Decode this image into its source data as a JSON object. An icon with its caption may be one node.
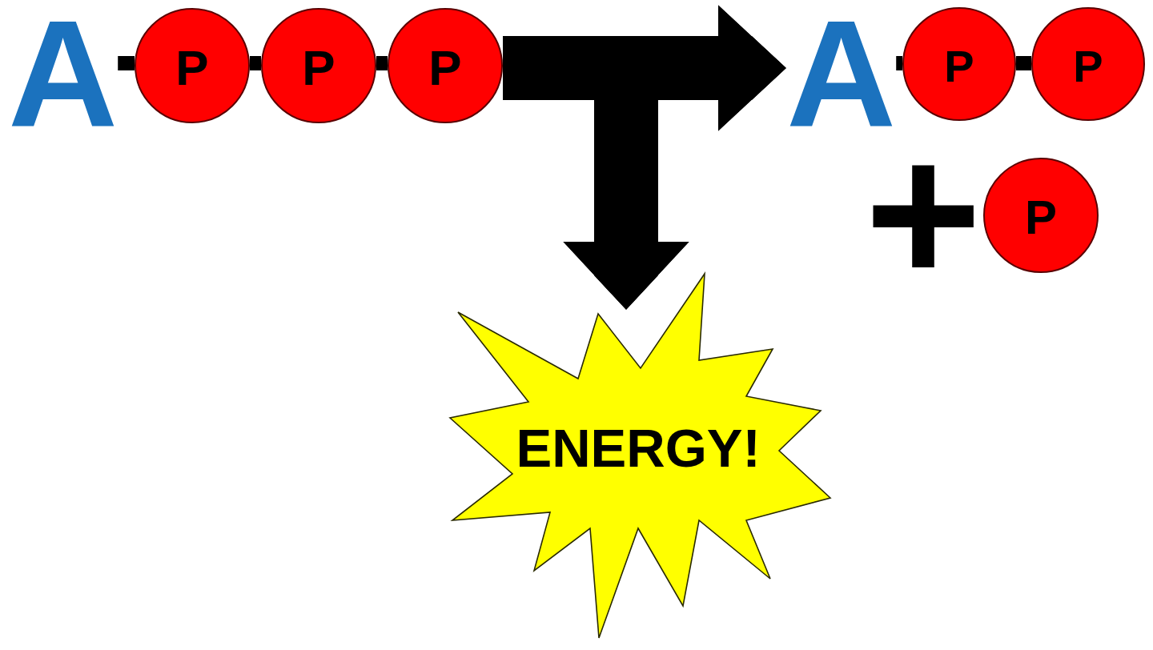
{
  "diagram": {
    "nodes": [
      {
        "text": [
          "A"
        ]
      },
      {
        "text": [
          "P"
        ]
      },
      {
        "text": [
          "P"
        ]
      },
      {
        "text": [
          "P"
        ]
      },
      {
        "text": [
          "A"
        ]
      },
      {
        "text": [
          "P"
        ]
      },
      {
        "text": [
          "P"
        ]
      },
      {
        "text": [
          "P"
        ]
      },
      {
        "text": [
          "ENERGY!"
        ]
      }
    ],
    "edges": [
      {
        "from": 0,
        "to": 1,
        "arrow": "none"
      },
      {
        "from": 1,
        "to": 2,
        "arrow": "none"
      },
      {
        "from": 2,
        "to": 3,
        "arrow": "none"
      },
      {
        "from": 3,
        "to": 4,
        "arrow": "to",
        "style": "thick"
      },
      {
        "from": 3,
        "to": 8,
        "arrow": "to",
        "style": "thick"
      },
      {
        "from": 4,
        "to": 5,
        "arrow": "none"
      },
      {
        "from": 5,
        "to": 6,
        "arrow": "none"
      }
    ],
    "labels": [
      "+"
    ]
  }
}
